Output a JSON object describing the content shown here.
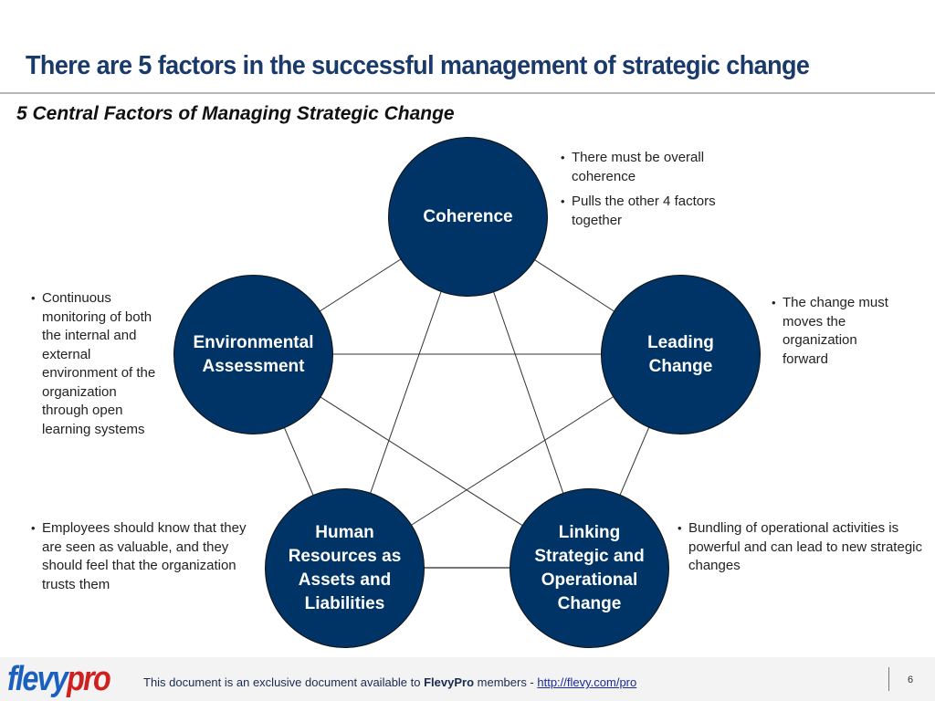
{
  "header": {
    "title": "There are 5 factors in the successful management of strategic change",
    "subtitle": "5 Central Factors of Managing Strategic Change"
  },
  "diagram": {
    "node_color": "#003366",
    "nodes": [
      {
        "id": "coherence",
        "label": "Coherence",
        "notes": [
          "There must be overall coherence",
          "Pulls the other 4 factors together"
        ]
      },
      {
        "id": "leading",
        "label": "Leading\nChange",
        "notes": [
          "The change must moves the organization forward"
        ]
      },
      {
        "id": "linking",
        "label": "Linking\nStrategic and\nOperational\nChange",
        "notes": [
          "Bundling of operational activities is powerful and can lead to new strategic changes"
        ]
      },
      {
        "id": "human",
        "label": "Human\nResources as\nAssets and\nLiabilities",
        "notes": [
          "Employees should know that they are seen as valuable, and they should feel that the organization trusts them"
        ]
      },
      {
        "id": "environmental",
        "label": "Environmental\nAssessment",
        "notes": [
          "Continuous monitoring of both the internal and external environment of the organization through open learning systems"
        ]
      }
    ],
    "edges": [
      [
        "coherence",
        "leading"
      ],
      [
        "coherence",
        "linking"
      ],
      [
        "coherence",
        "human"
      ],
      [
        "coherence",
        "environmental"
      ],
      [
        "leading",
        "linking"
      ],
      [
        "leading",
        "human"
      ],
      [
        "leading",
        "environmental"
      ],
      [
        "linking",
        "human"
      ],
      [
        "linking",
        "environmental"
      ],
      [
        "human",
        "environmental"
      ]
    ]
  },
  "footer": {
    "logo_part1": "flevy",
    "logo_part2": "pro",
    "text_before": "This document is an exclusive document available to ",
    "brand": "FlevyPro",
    "text_after": " members - ",
    "link": "http://flevy.com/pro",
    "page_number": "6"
  }
}
